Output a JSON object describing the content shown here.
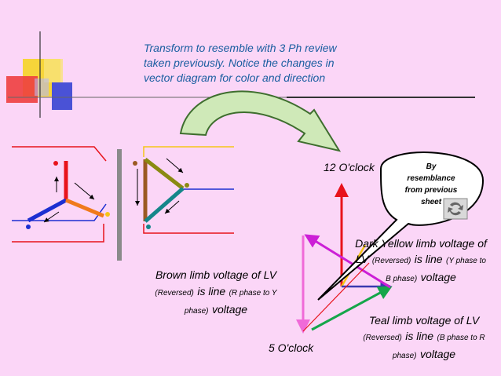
{
  "title": {
    "line1": "Transform to resemble with 3 Ph review",
    "line2": "taken previously. Notice the changes in",
    "line3": "vector diagram for color and direction"
  },
  "callout": {
    "line1": "By",
    "line2": "resemblance",
    "line3": "from previous",
    "line4": "sheet"
  },
  "clock_labels": {
    "twelve": "12 O'clock",
    "five": "5 O'clock"
  },
  "brown_caption": {
    "line1": "Brown limb voltage of LV",
    "line2_small_a": "(Reversed)",
    "line2_big": "is line",
    "line2_small_b": "(R phase to Y",
    "line3_small": "phase)",
    "line3_big": "voltage"
  },
  "yellow_caption": {
    "line1": "Dark Yellow limb voltage of",
    "line2_big_a": "LV",
    "line2_small_a": "(Reversed)",
    "line2_big_b": "is line",
    "line2_small_b": "(Y phase to",
    "line3_small": "B phase)",
    "line3_big": "voltage"
  },
  "teal_caption": {
    "line1": "Teal limb voltage of LV",
    "line2_small_a": "(Reversed)",
    "line2_big": "is line",
    "line2_small_b": "(B phase to R",
    "line3_small": "phase)",
    "line3_big": "voltage"
  },
  "colors": {
    "background": "#fbd6f7",
    "title_text": "#1a5ea0",
    "red": "#e8131b",
    "blue": "#1c2fd1",
    "orange": "#f07a1c",
    "yellow": "#f5c518",
    "brown": "#9b5a23",
    "olive": "#8a8a12",
    "teal": "#15868a",
    "magenta": "#cc1fd6",
    "pink": "#f06ad8",
    "green": "#15a64a",
    "navy": "#3a3ab0",
    "gray_bar": "#8a8a8a",
    "arrow_fill": "#cfe9b8",
    "arrow_stroke": "#3e6e2e"
  },
  "icons": [
    "refresh-icon"
  ]
}
